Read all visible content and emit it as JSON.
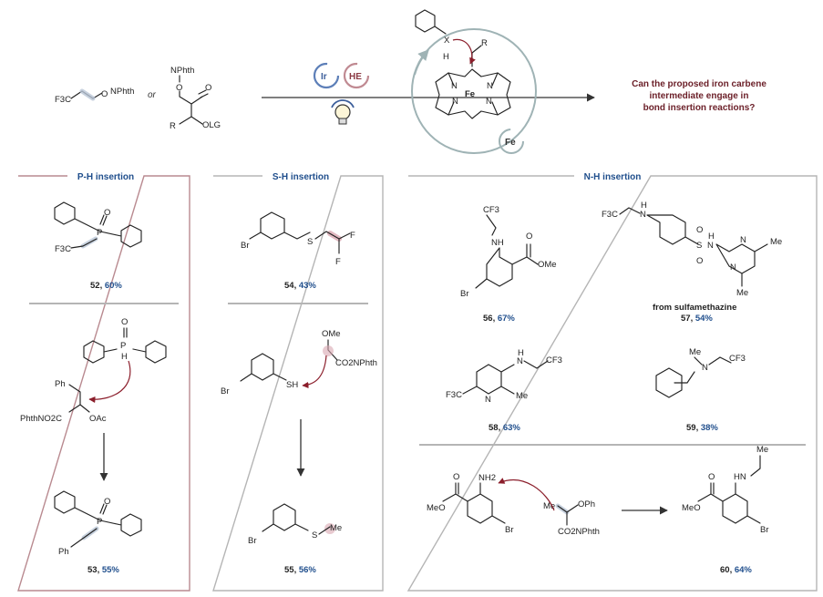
{
  "sections": {
    "ph": "P-H insertion",
    "sh": "S-H insertion",
    "nh": "N-H insertion"
  },
  "question": {
    "line1": "Can the proposed iron carbene",
    "line2": "intermediate engage in",
    "line3": "bond insertion reactions?"
  },
  "catalysts": {
    "ir": "Ir",
    "he": "HE",
    "fe": "Fe"
  },
  "reagents": {
    "or": "or",
    "f3c": "F3C",
    "o": "O",
    "nphth": "NPhth",
    "r": "R",
    "olg": "OLG"
  },
  "compounds": [
    {
      "id": "52",
      "yield": "60%"
    },
    {
      "id": "53",
      "yield": "55%"
    },
    {
      "id": "54",
      "yield": "43%"
    },
    {
      "id": "55",
      "yield": "56%"
    },
    {
      "id": "56",
      "yield": "67%"
    },
    {
      "id": "57",
      "yield": "54%",
      "note": "from sulfamethazine"
    },
    {
      "id": "58",
      "yield": "63%"
    },
    {
      "id": "59",
      "yield": "38%"
    },
    {
      "id": "60",
      "yield": "64%"
    }
  ],
  "labels": {
    "br": "Br",
    "ph": "Ph",
    "me": "Me",
    "ome": "OMe",
    "f": "F",
    "cf3": "CF3",
    "sh": "SH",
    "s": "S",
    "p": "P",
    "h": "H",
    "nh": "NH",
    "n": "N",
    "nh2": "NH2",
    "hn": "HN",
    "meo": "MeO",
    "oph": "OPh",
    "co2nphth": "CO2NPhth",
    "oac": "OAc",
    "phthno2c": "PhthNO2C",
    "x": "X"
  },
  "colors": {
    "section_title": "#1f4e8c",
    "question": "#6b1f28",
    "ph_box": "#b98a90",
    "grey_box": "#b5b5b5",
    "highlight": "#b9c6d6",
    "highlight_pink": "#d9a6b0",
    "ir_ring": "#5d7fb8",
    "he_ring": "#c08a92",
    "fe_ring": "#9fb3b5",
    "curved_arrow": "#8b1e2b"
  }
}
